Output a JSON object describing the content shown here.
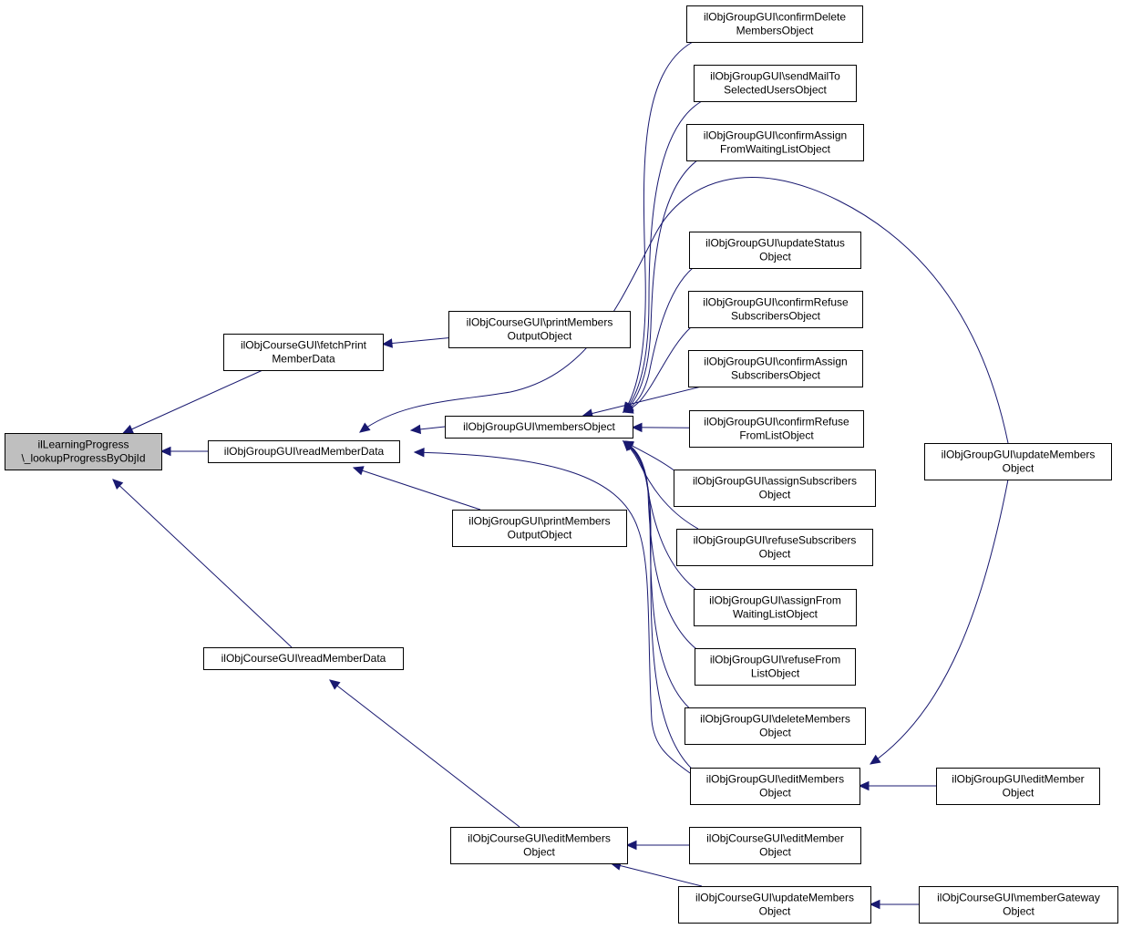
{
  "nodes": [
    {
      "id": "root",
      "lines": [
        "ilLearningProgress",
        "\\_lookupProgressByObjId"
      ],
      "root": true
    },
    {
      "id": "ocg_fetch",
      "lines": [
        "ilObjCourseGUI\\fetchPrint",
        "MemberData"
      ]
    },
    {
      "id": "ocg_print",
      "lines": [
        "ilObjCourseGUI\\printMembers",
        "OutputObject"
      ]
    },
    {
      "id": "ogg_read",
      "lines": [
        "ilObjGroupGUI\\readMemberData"
      ]
    },
    {
      "id": "ogg_members",
      "lines": [
        "ilObjGroupGUI\\membersObject"
      ]
    },
    {
      "id": "ogg_print",
      "lines": [
        "ilObjGroupGUI\\printMembers",
        "OutputObject"
      ]
    },
    {
      "id": "ocg_read",
      "lines": [
        "ilObjCourseGUI\\readMemberData"
      ]
    },
    {
      "id": "ocg_editmembers",
      "lines": [
        "ilObjCourseGUI\\editMembers",
        "Object"
      ]
    },
    {
      "id": "ocg_editmember",
      "lines": [
        "ilObjCourseGUI\\editMember",
        "Object"
      ]
    },
    {
      "id": "ocg_update",
      "lines": [
        "ilObjCourseGUI\\updateMembers",
        "Object"
      ]
    },
    {
      "id": "ocg_gateway",
      "lines": [
        "ilObjCourseGUI\\memberGateway",
        "Object"
      ]
    },
    {
      "id": "ogg_confirmdelete",
      "lines": [
        "ilObjGroupGUI\\confirmDelete",
        "MembersObject"
      ]
    },
    {
      "id": "ogg_sendmail",
      "lines": [
        "ilObjGroupGUI\\sendMailTo",
        "SelectedUsersObject"
      ]
    },
    {
      "id": "ogg_confassignwl",
      "lines": [
        "ilObjGroupGUI\\confirmAssign",
        "FromWaitingListObject"
      ]
    },
    {
      "id": "ogg_updatestatus",
      "lines": [
        "ilObjGroupGUI\\updateStatus",
        "Object"
      ]
    },
    {
      "id": "ogg_confrefsub",
      "lines": [
        "ilObjGroupGUI\\confirmRefuse",
        "SubscribersObject"
      ]
    },
    {
      "id": "ogg_confassignsub",
      "lines": [
        "ilObjGroupGUI\\confirmAssign",
        "SubscribersObject"
      ]
    },
    {
      "id": "ogg_confreflist",
      "lines": [
        "ilObjGroupGUI\\confirmRefuse",
        "FromListObject"
      ]
    },
    {
      "id": "ogg_assignsub",
      "lines": [
        "ilObjGroupGUI\\assignSubscribers",
        "Object"
      ]
    },
    {
      "id": "ogg_refusesub",
      "lines": [
        "ilObjGroupGUI\\refuseSubscribers",
        "Object"
      ]
    },
    {
      "id": "ogg_assignwl",
      "lines": [
        "ilObjGroupGUI\\assignFrom",
        "WaitingListObject"
      ]
    },
    {
      "id": "ogg_refuselist",
      "lines": [
        "ilObjGroupGUI\\refuseFrom",
        "ListObject"
      ]
    },
    {
      "id": "ogg_deletemembers",
      "lines": [
        "ilObjGroupGUI\\deleteMembers",
        "Object"
      ]
    },
    {
      "id": "ogg_editmembers",
      "lines": [
        "ilObjGroupGUI\\editMembers",
        "Object"
      ]
    },
    {
      "id": "ogg_editmember",
      "lines": [
        "ilObjGroupGUI\\editMember",
        "Object"
      ]
    },
    {
      "id": "ogg_updatemembers",
      "lines": [
        "ilObjGroupGUI\\updateMembers",
        "Object"
      ]
    }
  ],
  "edges": [
    {
      "from": "ocg_fetch",
      "to": "root"
    },
    {
      "from": "ogg_read",
      "to": "root"
    },
    {
      "from": "ocg_read",
      "to": "root"
    },
    {
      "from": "ocg_print",
      "to": "ocg_fetch"
    },
    {
      "from": "ogg_members",
      "to": "ogg_read"
    },
    {
      "from": "ogg_print",
      "to": "ogg_read"
    },
    {
      "from": "ogg_editmembers",
      "to": "ogg_read"
    },
    {
      "from": "ogg_updatemembers",
      "to": "ogg_read"
    },
    {
      "from": "ogg_confirmdelete",
      "to": "ogg_members"
    },
    {
      "from": "ogg_sendmail",
      "to": "ogg_members"
    },
    {
      "from": "ogg_confassignwl",
      "to": "ogg_members"
    },
    {
      "from": "ogg_updatestatus",
      "to": "ogg_members"
    },
    {
      "from": "ogg_confrefsub",
      "to": "ogg_members"
    },
    {
      "from": "ogg_confassignsub",
      "to": "ogg_members"
    },
    {
      "from": "ogg_confreflist",
      "to": "ogg_members"
    },
    {
      "from": "ogg_assignsub",
      "to": "ogg_members"
    },
    {
      "from": "ogg_refusesub",
      "to": "ogg_members"
    },
    {
      "from": "ogg_assignwl",
      "to": "ogg_members"
    },
    {
      "from": "ogg_refuselist",
      "to": "ogg_members"
    },
    {
      "from": "ogg_deletemembers",
      "to": "ogg_members"
    },
    {
      "from": "ogg_editmembers",
      "to": "ogg_members"
    },
    {
      "from": "ogg_updatemembers",
      "to": "ogg_editmembers"
    },
    {
      "from": "ogg_editmember",
      "to": "ogg_editmembers"
    },
    {
      "from": "ocg_editmembers",
      "to": "ocg_read"
    },
    {
      "from": "ocg_editmember",
      "to": "ocg_editmembers"
    },
    {
      "from": "ocg_update",
      "to": "ocg_editmembers"
    },
    {
      "from": "ocg_gateway",
      "to": "ocg_update"
    }
  ],
  "colors": {
    "edge": "#191970",
    "root_fill": "#bfbfbf",
    "node_fill": "#ffffff",
    "border": "#000000"
  }
}
